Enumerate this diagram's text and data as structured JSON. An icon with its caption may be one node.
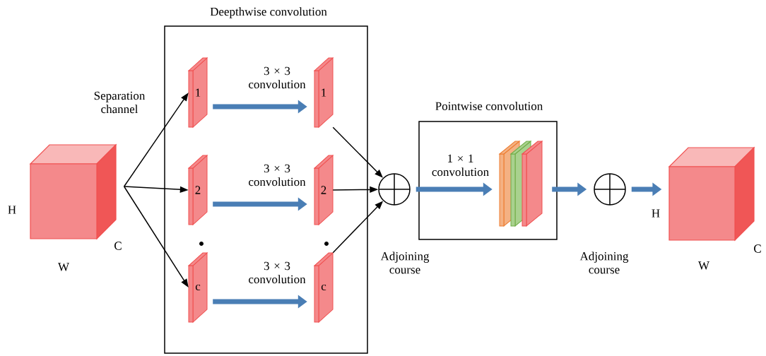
{
  "diagram": {
    "nodes": [
      {
        "text": [],
        "shape": "box",
        "beside": [
          "H",
          "W",
          "C"
        ]
      },
      {
        "text": [
          "Deepthwise convolution"
        ]
      },
      {
        "text": [
          "1"
        ],
        "in": 1
      },
      {
        "text": [
          "1"
        ],
        "in": 1
      },
      {
        "text": [
          "2"
        ],
        "in": 1
      },
      {
        "text": [
          "2"
        ],
        "in": 1
      },
      {
        "text": [
          "c"
        ],
        "in": 1
      },
      {
        "text": [
          "c"
        ],
        "in": 1
      },
      {
        "text": [],
        "shape": "circle",
        "beside": [
          "Adjoining course"
        ]
      },
      {
        "text": [
          "Pointwise convolution"
        ]
      },
      {
        "text": [],
        "shape": "box",
        "in": 9
      },
      {
        "text": [],
        "shape": "circle",
        "beside": [
          "Adjoining course"
        ]
      },
      {
        "text": [],
        "shape": "box",
        "beside": [
          "H",
          "W",
          "C"
        ]
      }
    ],
    "edges": [
      {
        "from": 0,
        "to": 2,
        "arrow": "to",
        "label": "Separation channel"
      },
      {
        "from": 0,
        "to": 4,
        "arrow": "to"
      },
      {
        "from": 0,
        "to": 6,
        "arrow": "to"
      },
      {
        "from": 2,
        "to": 3,
        "arrow": "to",
        "label": "3 × 3 convolution",
        "style": "thick",
        "color": "#4a7eb5"
      },
      {
        "from": 4,
        "to": 5,
        "arrow": "to",
        "label": "3 × 3 convolution",
        "style": "thick",
        "color": "#4a7eb5"
      },
      {
        "from": 6,
        "to": 7,
        "arrow": "to",
        "label": "3 × 3 convolution",
        "style": "thick",
        "color": "#4a7eb5"
      },
      {
        "from": 3,
        "to": 8,
        "arrow": "to"
      },
      {
        "from": 5,
        "to": 8,
        "arrow": "to"
      },
      {
        "from": 7,
        "to": 8,
        "arrow": "to"
      },
      {
        "from": 8,
        "to": 10,
        "arrow": "to",
        "label": "1 × 1 convolution",
        "style": "thick",
        "color": "#4a7eb5"
      },
      {
        "from": 10,
        "to": 11,
        "arrow": "to",
        "style": "thick",
        "color": "#4a7eb5"
      },
      {
        "from": 11,
        "to": 12,
        "arrow": "to",
        "style": "thick",
        "color": "#4a7eb5"
      }
    ]
  }
}
